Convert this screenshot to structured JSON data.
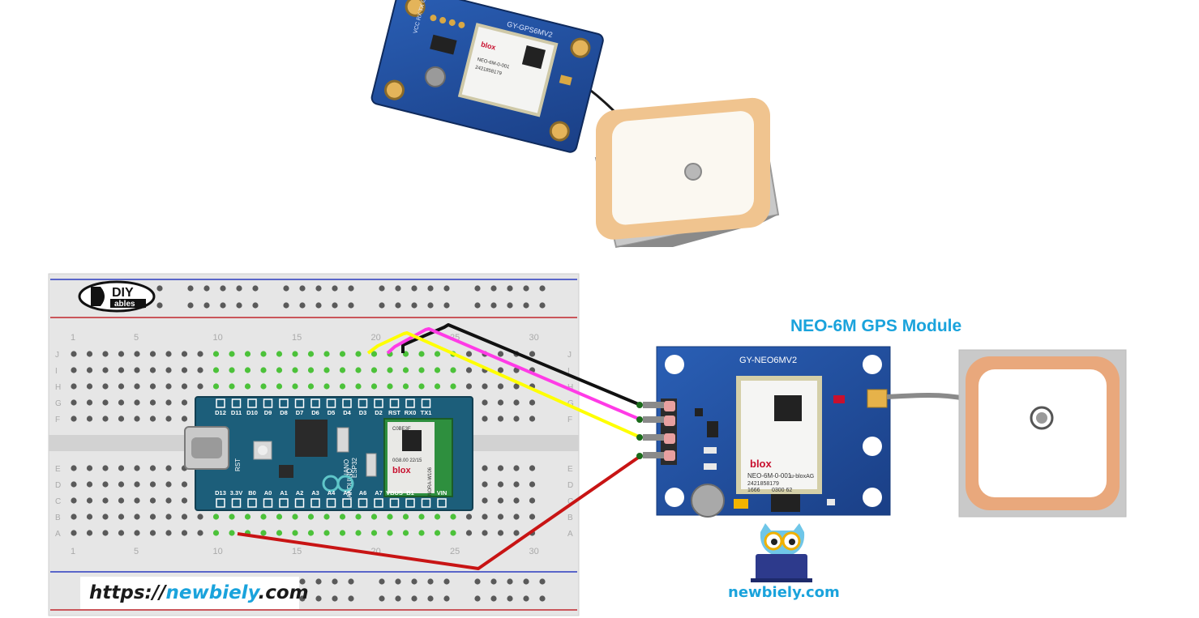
{
  "diagram": {
    "gps_module": {
      "title": "NEO-6M GPS Module",
      "board_label": "GY-NEO6MV2",
      "chip_lines": [
        "NEO-6M-0-001",
        "2421858179",
        "1666",
        "0300 62"
      ],
      "chip_brand": "blox",
      "chip_sub": "u-bloxAG"
    },
    "photo_module": {
      "board_label": "GY-GPS6MV2",
      "pin_labels": "VCC RX TX GND",
      "chip_brand": "blox",
      "chip_lines": [
        "NEO-6M-0-001",
        "2421858179"
      ]
    },
    "arduino": {
      "top_pins": [
        "D12",
        "D11",
        "D10",
        "D9",
        "D8",
        "D7",
        "D6",
        "D5",
        "D4",
        "D3",
        "D2",
        "RST",
        "RX0",
        "TX1"
      ],
      "bottom_pins": [
        "D13",
        "3.3V",
        "B0",
        "A0",
        "A1",
        "A2",
        "A3",
        "A4",
        "A5",
        "A6",
        "A7",
        "VBUS",
        "B1",
        "",
        "VIN"
      ],
      "name_vertical": "NANO",
      "name_vertical2": "ESP32",
      "brand_vertical": "ARDUINO",
      "rst_label": "RST",
      "module_code": "C0BE3F",
      "module_info": "0G8.00 22/15",
      "module_brand": "blox",
      "module_model": "NORA-W106"
    },
    "breadboard": {
      "col_numbers": [
        "1",
        "5",
        "10",
        "15",
        "20",
        "25",
        "30"
      ],
      "row_letters_top": [
        "J",
        "I",
        "H",
        "G",
        "F"
      ],
      "row_letters_bottom": [
        "E",
        "D",
        "C",
        "B",
        "A"
      ]
    },
    "diy_logo": {
      "line1": "DIY",
      "line2": "ables"
    },
    "footer": {
      "url_prefix": "https://",
      "url_highlight": "newbiely",
      "url_suffix": ".com",
      "brand": "newbiely.com"
    },
    "colors": {
      "brand_blue": "#1aa3dc",
      "pcb_blue": "#1f4fa0",
      "arduino_teal": "#1c5e7a",
      "wire_black": "#111111",
      "wire_magenta": "#ff3be6",
      "wire_yellow": "#ffff00",
      "wire_red": "#c81414",
      "antenna_orange": "#e9a87c"
    }
  }
}
